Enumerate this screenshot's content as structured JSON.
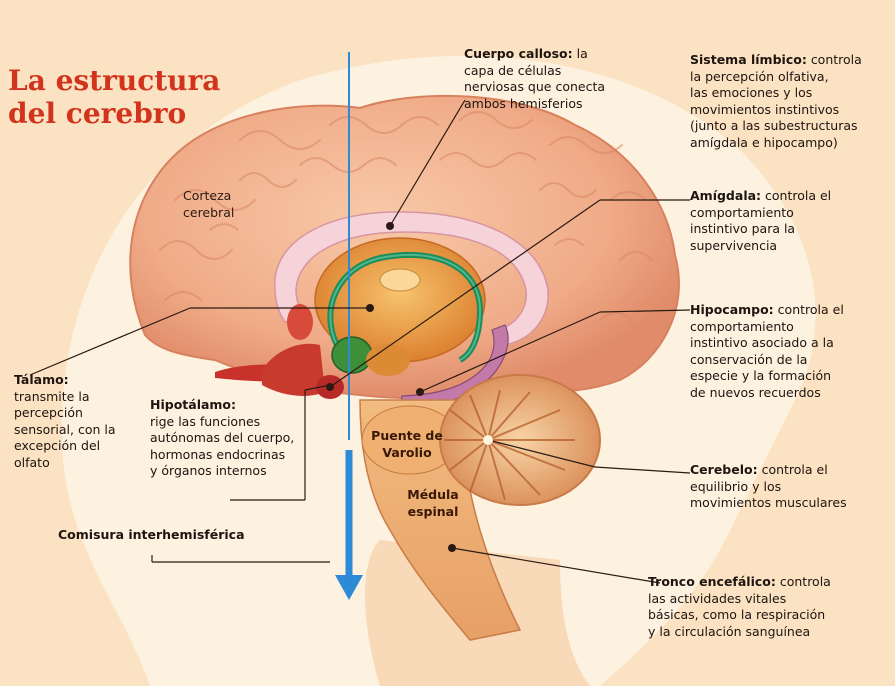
{
  "title_lines": [
    "La estructura",
    "del cerebro"
  ],
  "colors": {
    "background": "#fbe2c2",
    "head_silhouette": "#fdf1df",
    "cortex": "#f3b592",
    "title": "#d2331c",
    "axis_arrow": "#2c8ad6",
    "limbic_ring": "#1e8b5c",
    "callosum": "#f6d2d9",
    "hippocampus": "#c47aa8",
    "cerebellum": "#efb98a"
  },
  "labels": {
    "corpus": {
      "name": "Cuerpo calloso:",
      "text": [
        "la",
        "capa de células",
        "nerviosas que conecta",
        "ambos hemisferios"
      ]
    },
    "limbic": {
      "name": "Sistema límbico:",
      "text": [
        "controla",
        "la percepción olfativa,",
        "las emociones y los",
        "movimientos instintivos",
        "(junto a las subestructuras",
        "amígdala e hipocampo)"
      ]
    },
    "corteza": [
      "Corteza",
      "cerebral"
    ],
    "amigdala": {
      "name": "Amígdala:",
      "text": [
        "controla el",
        "comportamiento",
        "instintivo para la",
        "supervivencia"
      ]
    },
    "hipocampo": {
      "name": "Hipocampo:",
      "text": [
        "controla el",
        "comportamiento",
        "instintivo asociado a la",
        "conservación de la",
        "especie y la formación",
        "de nuevos recuerdos"
      ]
    },
    "talamo": {
      "name": "Tálamo:",
      "text": [
        "transmite la",
        "percepción",
        "sensorial, con la",
        "excepción del",
        "olfato"
      ]
    },
    "hipotalamo": {
      "name": "Hipotálamo:",
      "text": [
        "rige las funciones",
        "autónomas del cuerpo,",
        "hormonas endocrinas",
        "y órganos internos"
      ]
    },
    "puente": [
      "Puente de",
      "Varolio"
    ],
    "medula": [
      "Médula",
      "espinal"
    ],
    "cerebelo": {
      "name": "Cerebelo:",
      "text": [
        "controla el",
        "equilibrio y los",
        "movimientos musculares"
      ]
    },
    "comisura": "Comisura interhemisférica",
    "tronco": {
      "name": "Tronco encefálico:",
      "text": [
        "controla",
        "las actividades vitales",
        "básicas, como la respiración",
        "y la circulación sanguínea"
      ]
    }
  }
}
